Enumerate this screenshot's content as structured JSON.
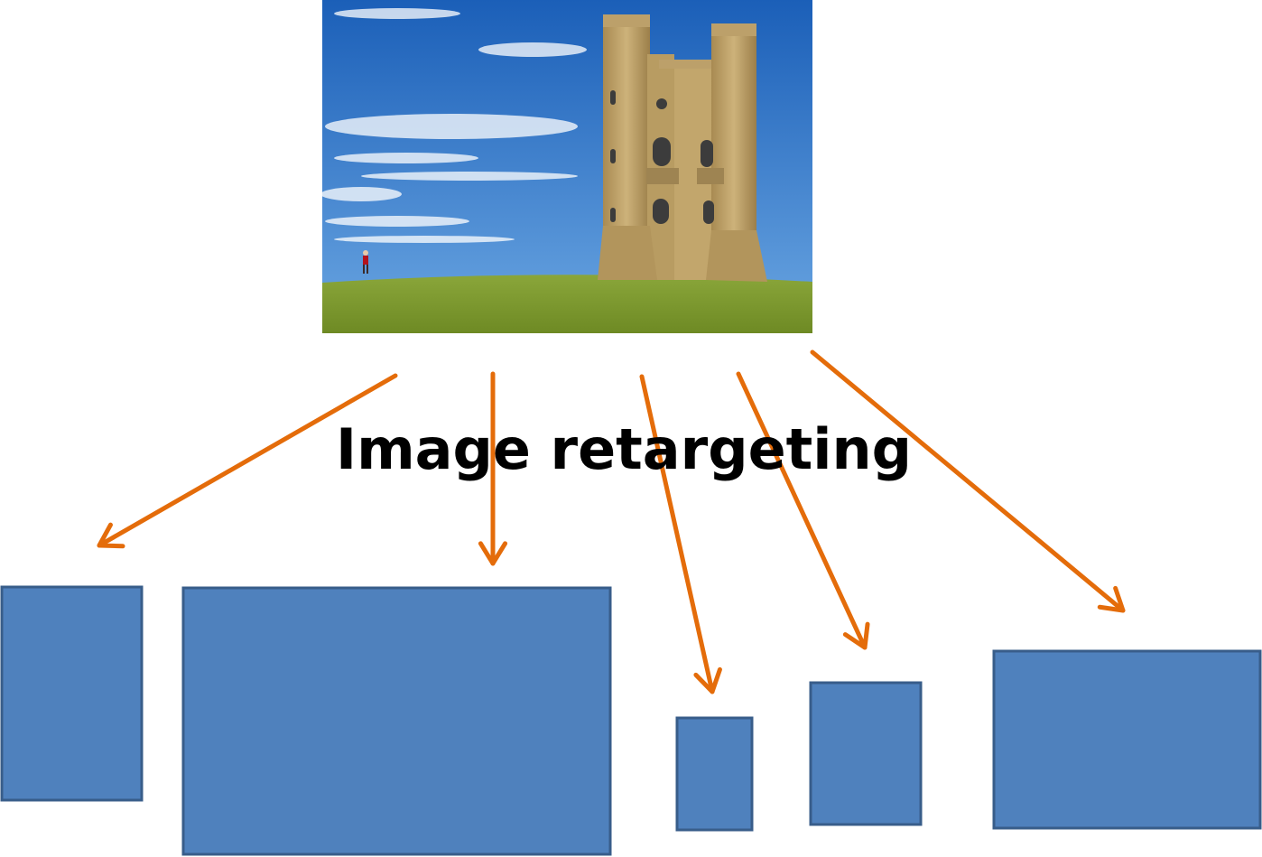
{
  "title": "Image retargeting",
  "colors": {
    "arrow": "#E46C0A",
    "target_fill": "#4F81BD",
    "target_stroke": "#385D8A",
    "sky_top": "#1B5FB8",
    "sky_bottom": "#6AA6E2",
    "grass": "#7E9A2E",
    "tower": "#BFA36A"
  },
  "source_image": {
    "depicts": "stone-tower-on-grass-hill"
  },
  "targets": [
    "target-1",
    "target-2",
    "target-3",
    "target-4",
    "target-5"
  ]
}
